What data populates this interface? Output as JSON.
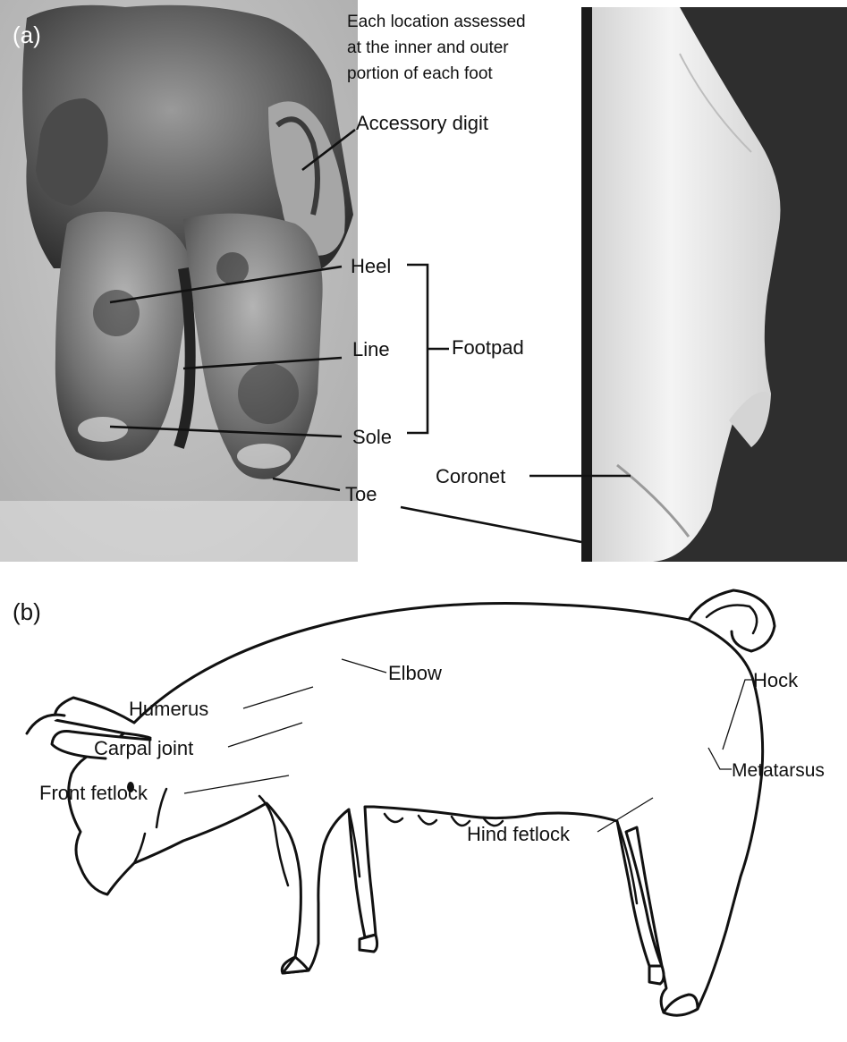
{
  "panel_a": {
    "tag": "(a)",
    "note_lines": [
      "Each location assessed",
      "at the inner and outer",
      "portion of each foot"
    ],
    "labels": {
      "accessory_digit": "Accessory digit",
      "heel": "Heel",
      "line": "Line",
      "sole": "Sole",
      "footpad": "Footpad",
      "toe": "Toe",
      "coronet": "Coronet"
    }
  },
  "panel_b": {
    "tag": "(b)",
    "labels": {
      "elbow": "Elbow",
      "humerus": "Humerus",
      "carpal_joint": "Carpal joint",
      "front_fetlock": "Front fetlock",
      "hock": "Hock",
      "metatarsus": "Metatarsus",
      "hind_fetlock": "Hind fetlock"
    }
  },
  "colors": {
    "photo_dark": "#2a2a2a",
    "photo_mid": "#7a7a7a",
    "photo_light": "#e8e8e8",
    "line": "#111111"
  }
}
